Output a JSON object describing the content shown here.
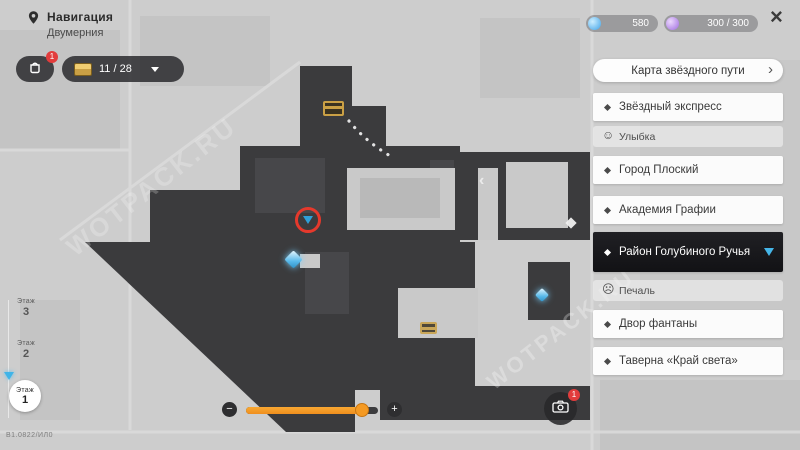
{
  "header": {
    "title": "Навигация",
    "subtitle": "Двумерния"
  },
  "topbar": {
    "stamina_value": "580",
    "jade_value": "300 / 300",
    "close_glyph": "×"
  },
  "toolbar": {
    "bag_badge": "1",
    "chest_count": "11 / 28"
  },
  "panel": {
    "map_button_label": "Карта звёздного пути",
    "map_button_arrow": "›",
    "items": [
      {
        "label": "Звёздный экспресс"
      },
      {
        "label": "Улыбка",
        "icon": "☺"
      },
      {
        "label": "Город Плоский"
      },
      {
        "label": "Академия Графии"
      },
      {
        "label": "Район Голубиного Ручья"
      },
      {
        "label": "Печаль",
        "icon": "☹"
      },
      {
        "label": "Двор фантаны"
      },
      {
        "label": "Таверна «Край света»"
      }
    ]
  },
  "floors": {
    "caption": "Этаж",
    "levels": [
      "3",
      "2",
      "1"
    ]
  },
  "zoom": {
    "minus": "−",
    "plus": "+",
    "value_percent": 88
  },
  "map": {
    "watermark": "WOTPACK.RU",
    "back_arrow": "‹"
  },
  "badges": {
    "camera": "1"
  },
  "footer": {
    "version": "В1.0822/ИЛ0"
  },
  "colors": {
    "accent_orange": "#f59a23",
    "map_dark": "#3b3b3d",
    "selected_bg": "#141416",
    "teleport_blue": "#54b8e8",
    "alert_red": "#e23c3c"
  }
}
